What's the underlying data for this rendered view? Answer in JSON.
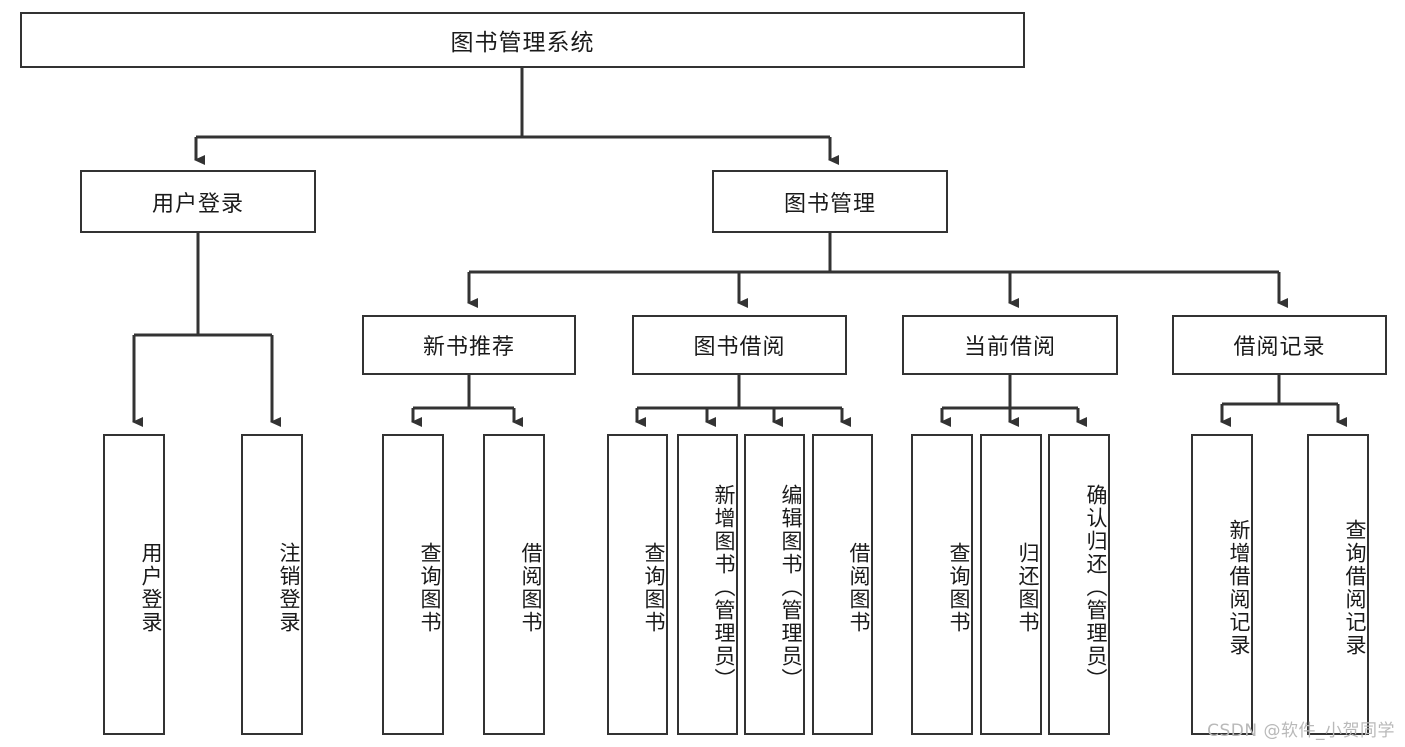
{
  "diagram": {
    "title": "图书管理系统",
    "type": "tree",
    "watermark": "CSDN @软件_小贺同学",
    "colors": {
      "background": "#ffffff",
      "box_border": "#333333",
      "box_fill": "#ffffff",
      "connector": "#333333",
      "text": "#1a1a1a",
      "watermark": "#b9b9b9"
    },
    "root": {
      "label": "图书管理系统"
    },
    "level2": [
      {
        "label": "用户登录"
      },
      {
        "label": "图书管理"
      }
    ],
    "level3": [
      {
        "label": "新书推荐"
      },
      {
        "label": "图书借阅"
      },
      {
        "label": "当前借阅"
      },
      {
        "label": "借阅记录"
      }
    ],
    "leaves": {
      "user_login": [
        {
          "label": "用户登录"
        },
        {
          "label": "注销登录"
        }
      ],
      "new_book": [
        {
          "label": "查询图书"
        },
        {
          "label": "借阅图书"
        }
      ],
      "borrow": [
        {
          "label": "查询图书"
        },
        {
          "label": "新增图书（管理员）"
        },
        {
          "label": "编辑图书（管理员）"
        },
        {
          "label": "借阅图书"
        }
      ],
      "current": [
        {
          "label": "查询图书"
        },
        {
          "label": "归还图书"
        },
        {
          "label": "确认归还（管理员）"
        }
      ],
      "records": [
        {
          "label": "新增借阅记录"
        },
        {
          "label": "查询借阅记录"
        }
      ]
    }
  }
}
